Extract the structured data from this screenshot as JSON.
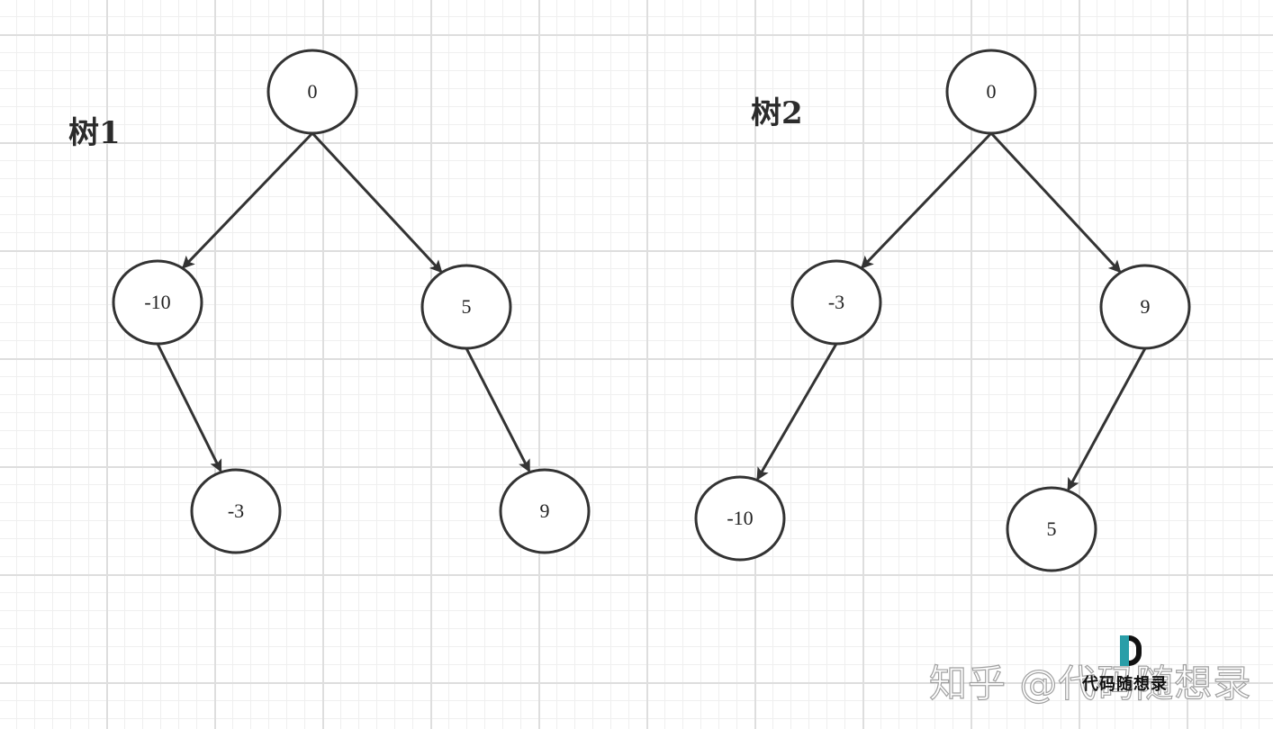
{
  "trees": [
    {
      "title": "树1",
      "nodes": [
        {
          "id": "a",
          "label": "0"
        },
        {
          "id": "b",
          "label": "-10"
        },
        {
          "id": "c",
          "label": "5"
        },
        {
          "id": "d",
          "label": "-3"
        },
        {
          "id": "e",
          "label": "9"
        }
      ],
      "edges": [
        [
          "a",
          "b"
        ],
        [
          "a",
          "c"
        ],
        [
          "b",
          "d"
        ],
        [
          "c",
          "e"
        ]
      ]
    },
    {
      "title": "树2",
      "nodes": [
        {
          "id": "a",
          "label": "0"
        },
        {
          "id": "b",
          "label": "-3"
        },
        {
          "id": "c",
          "label": "9"
        },
        {
          "id": "d",
          "label": "-10"
        },
        {
          "id": "e",
          "label": "5"
        }
      ],
      "edges": [
        [
          "a",
          "b"
        ],
        [
          "a",
          "c"
        ],
        [
          "b",
          "d"
        ],
        [
          "c",
          "e"
        ]
      ]
    }
  ],
  "watermark": {
    "text": "知乎 @代码随想录",
    "logo_text": "代码随想录"
  },
  "colors": {
    "stroke": "#333333",
    "node_fill": "#ffffff",
    "text": "#222222"
  }
}
